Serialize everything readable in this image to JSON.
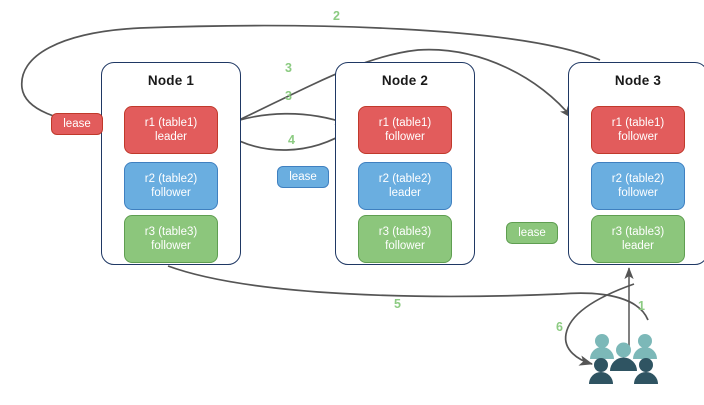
{
  "diagram": {
    "title": "multi-raft-lease-diagram",
    "colors": {
      "range_red": "#e25c5c",
      "range_blue": "#6aaee0",
      "range_green": "#8cc67c",
      "node_border": "#1f3864",
      "edge": "#555555",
      "label_green": "#8ccb82",
      "users_light": "#7cb8b8",
      "users_dark": "#2f5462"
    },
    "nodes": [
      {
        "title": "Node 1",
        "ranges": [
          {
            "name": "r1 (table1)",
            "role": "leader",
            "color": "red"
          },
          {
            "name": "r2 (table2)",
            "role": "follower",
            "color": "blue"
          },
          {
            "name": "r3 (table3)",
            "role": "follower",
            "color": "green"
          }
        ]
      },
      {
        "title": "Node 2",
        "ranges": [
          {
            "name": "r1 (table1)",
            "role": "follower",
            "color": "red"
          },
          {
            "name": "r2 (table2)",
            "role": "leader",
            "color": "blue"
          },
          {
            "name": "r3 (table3)",
            "role": "follower",
            "color": "green"
          }
        ]
      },
      {
        "title": "Node 3",
        "ranges": [
          {
            "name": "r1 (table1)",
            "role": "follower",
            "color": "red"
          },
          {
            "name": "r2 (table2)",
            "role": "follower",
            "color": "blue"
          },
          {
            "name": "r3 (table3)",
            "role": "leader",
            "color": "green"
          }
        ]
      }
    ],
    "leases": [
      {
        "label": "lease",
        "color": "red"
      },
      {
        "label": "lease",
        "color": "blue"
      },
      {
        "label": "lease",
        "color": "green"
      }
    ],
    "edge_labels": [
      {
        "text": "1"
      },
      {
        "text": "2"
      },
      {
        "text": "3"
      },
      {
        "text": "3"
      },
      {
        "text": "4"
      },
      {
        "text": "5"
      },
      {
        "text": "6"
      }
    ],
    "users_icon": "users-group-icon"
  }
}
